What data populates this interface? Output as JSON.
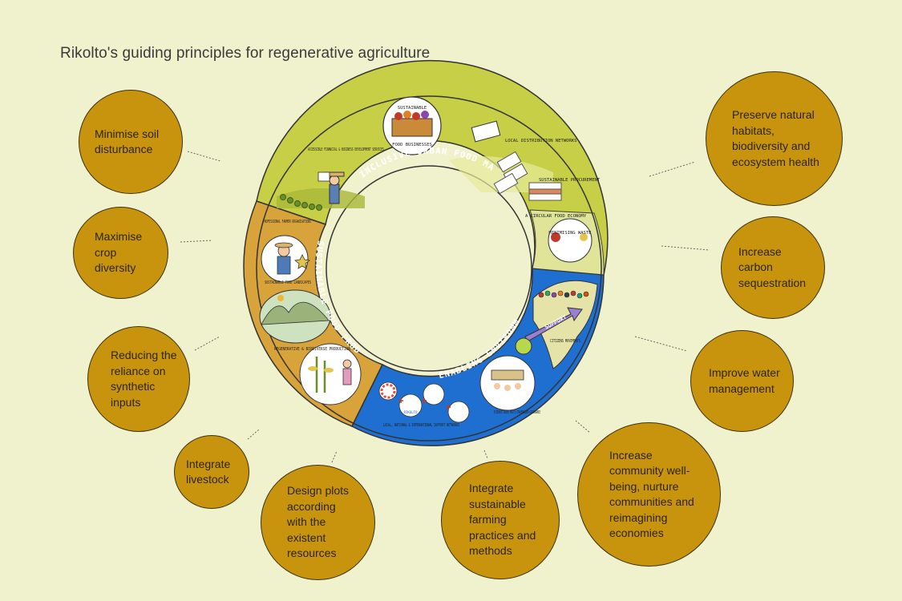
{
  "title": "Rikolto's guiding principles for regenerative agriculture",
  "colors": {
    "background": "#f0f2cd",
    "principle_fill": "#c8940d",
    "principle_border": "#3a3210",
    "segment_urban": "#c6cf45",
    "segment_production": "#d8a33a",
    "segment_enabling": "#1e6fd0",
    "connector": "#666666"
  },
  "principles": [
    {
      "text": "Minimise soil disturbance"
    },
    {
      "text": "Maximise crop diversity"
    },
    {
      "text": "Reducing the reliance on synthetic inputs"
    },
    {
      "text": "Integrate livestock"
    },
    {
      "text": "Design plots according with the existent resources"
    },
    {
      "text": "Integrate sustainable farming practices and methods"
    },
    {
      "text": "Increase community well-being, nurture communities and reimagining economies"
    },
    {
      "text": "Improve water management"
    },
    {
      "text": "Increase carbon sequestration"
    },
    {
      "text": "Preserve natural habitats, biodiversity and ecosystem health"
    }
  ],
  "wheel": {
    "segments": {
      "urban": "INCLUSIVE URBAN FOOD MARKETS",
      "production": "SUSTAINABLE FOOD PRODUCTION",
      "enabling": "ENABLING ENVIRONMENT"
    },
    "labels": {
      "sustainable_food_businesses_top": "SUSTAINABLE",
      "sustainable_food_businesses_bottom": "FOOD BUSINESSES",
      "financial": "ACCESSIBLE FINANCIAL & BUSINESS DEVELOPMENT SERVICES",
      "distribution": "LOCAL DISTRIBUTION NETWORKS",
      "procurement": "SUSTAINABLE PROCUREMENT",
      "circular": "A CIRCULAR FOOD ECONOMY",
      "minimising_waste": "MINIMISING WASTE",
      "farmer_orgs": "PROFESSIONAL FARMER ORGANISATIONS",
      "landscapes": "SUSTAINABLE FOOD LANDSCAPES",
      "regenerative": "REGENERATIVE & BIODIVERSE PRODUCTION",
      "citizens": "CITIZENS MOVEMENTS",
      "support": "SUPPORT",
      "evidence": "EVIDENCE BASED MULTI-STAKEHOLDER GOVERNANCE",
      "networks": "LOCAL, NATIONAL & INTERNATIONAL SUPPORT NETWORKS",
      "rikolto": "RIKOLTO"
    }
  }
}
